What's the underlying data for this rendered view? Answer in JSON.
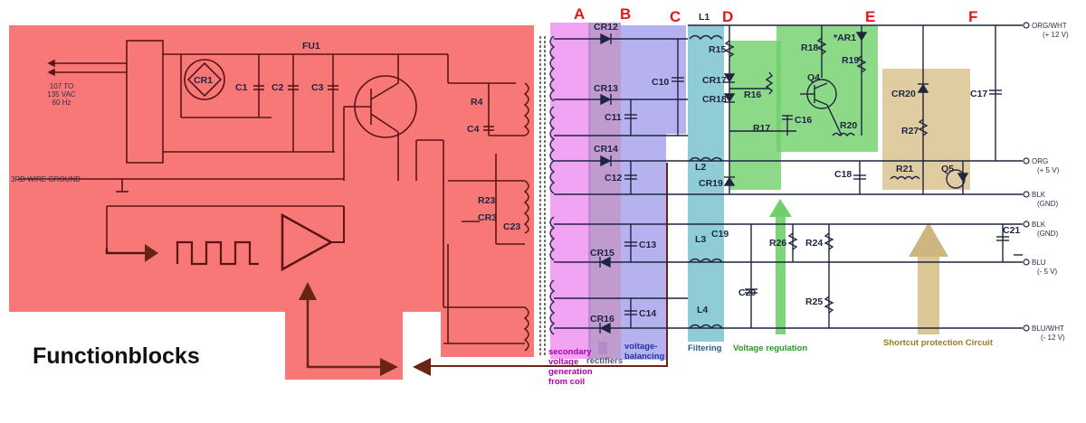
{
  "title": "Functionblocks",
  "block_letters": [
    "A",
    "B",
    "C",
    "D",
    "E",
    "F"
  ],
  "component_labels": {
    "cr1": "CR1",
    "c1": "C1",
    "c2": "C2",
    "c3": "C3",
    "fu1": "FU1",
    "r4": "R4",
    "c4": "C4",
    "r23": "R23",
    "cr3": "CR3",
    "c23": "C23",
    "cr12": "CR12",
    "cr13": "CR13",
    "cr14": "CR14",
    "cr15": "CR15",
    "cr16": "CR16",
    "c10": "C10",
    "c11": "C11",
    "c12": "C12",
    "c13": "C13",
    "c14": "C14",
    "l1": "L1",
    "l2": "L2",
    "l3": "L3",
    "l4": "L4",
    "r15": "R15",
    "cr17": "CR17",
    "cr18": "CR18",
    "cr19": "CR19",
    "c19": "C19",
    "r16": "R16",
    "r17": "R17",
    "c16": "C16",
    "c18": "C18",
    "r18": "R18",
    "ar1": "*AR1",
    "r19": "R19",
    "q4": "Q4",
    "r20": "R20",
    "cr20": "CR20",
    "r27": "R27",
    "r21": "R21",
    "q5": "Q5",
    "c17": "C17",
    "r26": "R26",
    "r24": "R24",
    "c20": "C20",
    "r25": "R25",
    "c21": "C21"
  },
  "terminals": {
    "org_wht": "ORG/WHT",
    "org_wht_v": "(+ 12 V)",
    "org": "ORG",
    "org_v": "(+ 5 V)",
    "blk1": "BLK",
    "blk1_v": "(GND)",
    "blk2": "BLK",
    "blk2_v": "(GND)",
    "blu": "BLU",
    "blu_v": "(- 5 V)",
    "blu_wht": "BLU/WHT",
    "blu_wht_v": "(- 12 V)"
  },
  "input_labels": {
    "vac_1": "107 TO",
    "vac_2": "135 VAC",
    "vac_3": "60 Hz",
    "ground": "3RD WIRE GROUND"
  },
  "captions": {
    "secondary_1": "secondary",
    "secondary_2": "voltage",
    "secondary_3": "generation",
    "secondary_4": "from coil",
    "rectifiers": "rectifiers",
    "voltage_balancing_1": "voltage-",
    "voltage_balancing_2": "balancing",
    "filtering": "Filtering",
    "voltage_regulation": "Voltage regulation",
    "shortcut": "Shortcut protection Circuit"
  },
  "colors": {
    "primary": "#f76c6c",
    "secondary": "#ef9af2",
    "rectifiers": "#b58ac8",
    "balancing": "#a9a5ec",
    "filtering": "#7cc3cf",
    "regulation": "#6fd06a",
    "protection": "#d9c490",
    "letters": "#e01818",
    "caption_purple": "#b300b3",
    "caption_blue": "#2233aa",
    "caption_green": "#2a9a20",
    "caption_tan": "#a07a20",
    "arrow": "#6a2416"
  }
}
